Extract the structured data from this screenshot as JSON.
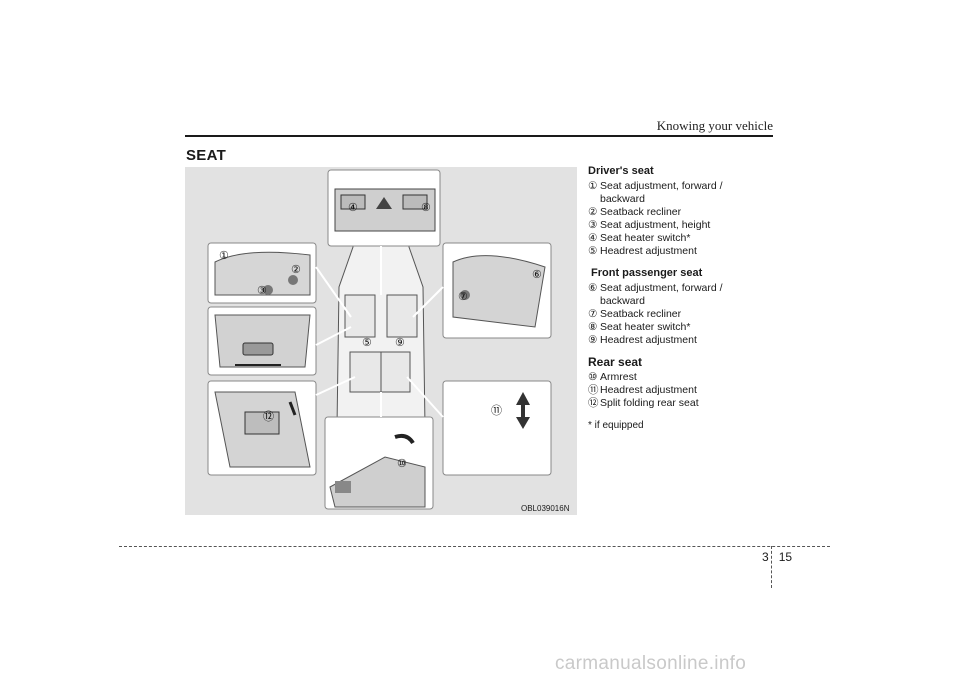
{
  "header": {
    "title": "Knowing your vehicle"
  },
  "section": {
    "title": "SEAT"
  },
  "figure": {
    "code": "OBL039016N"
  },
  "legend": {
    "driver": {
      "title": "Driver's seat",
      "items": [
        {
          "num": "①",
          "text": "Seat adjustment, forward / backward"
        },
        {
          "num": "②",
          "text": "Seatback recliner"
        },
        {
          "num": "③",
          "text": "Seat adjustment, height"
        },
        {
          "num": "④",
          "text": "Seat heater switch*"
        },
        {
          "num": "⑤",
          "text": "Headrest adjustment"
        }
      ]
    },
    "passenger": {
      "title": "Front passenger seat",
      "items": [
        {
          "num": "⑥",
          "text": "Seat adjustment, forward / backward"
        },
        {
          "num": "⑦",
          "text": "Seatback recliner"
        },
        {
          "num": "⑧",
          "text": "Seat heater switch*"
        },
        {
          "num": "⑨",
          "text": "Headrest adjustment"
        }
      ]
    },
    "rear": {
      "title": "Rear seat",
      "items": [
        {
          "num": "⑩",
          "text": "Armrest"
        },
        {
          "num": "⑪",
          "text": "Headrest adjustment"
        },
        {
          "num": "⑫",
          "text": "Split folding rear seat"
        }
      ]
    },
    "note": "* if equipped"
  },
  "callouts": {
    "n1": "①",
    "n2": "②",
    "n3": "③",
    "n4": "④",
    "n5": "⑤",
    "n6": "⑥",
    "n7": "⑦",
    "n8": "⑧",
    "n9": "⑨",
    "n10": "⑩",
    "n11": "⑪",
    "n12": "⑫"
  },
  "page": {
    "chapter": "3",
    "number": "15"
  },
  "watermark": "carmanualsonline.info"
}
